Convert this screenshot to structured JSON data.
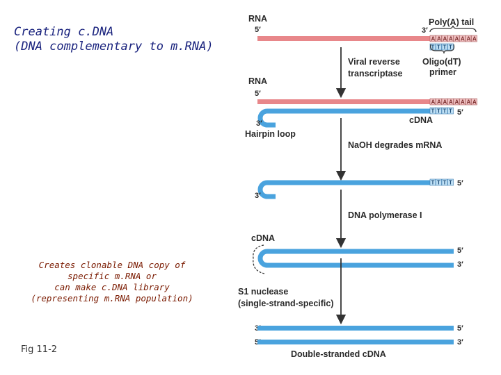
{
  "title": {
    "line1": "Creating c.DNA",
    "line2": "(DNA complementary to m.RNA)"
  },
  "caption": {
    "line1": "Creates clonable DNA copy of",
    "line2": "specific m.RNA or",
    "line3": "can make c.DNA library",
    "line4": "(representing m.RNA population)"
  },
  "figure_ref": "Fig 11-2",
  "colors": {
    "rna": "#e8878a",
    "dna": "#4aa3de",
    "text": "#2a2a2a",
    "title": "#1a237e",
    "caption": "#7a1a00"
  },
  "diagram": {
    "rna_label_1": "RNA",
    "rna_label_2": "RNA",
    "poly_a_tail": "Poly(A) tail",
    "oligo_dt_line1": "Oligo(dT)",
    "oligo_dt_line2": "primer",
    "step1_line1": "Viral reverse",
    "step1_line2": "transcriptase",
    "cdna_label_1": "cDNA",
    "hairpin_loop": "Hairpin loop",
    "step2": "NaOH degrades mRNA",
    "step3": "DNA polymerase I",
    "cdna_label_2": "cDNA",
    "step4_line1": "S1 nuclease",
    "step4_line2": "(single-strand-specific)",
    "final_label": "Double-stranded cDNA",
    "five_prime": "5′",
    "three_prime": "3′",
    "a_box": "A",
    "t_box": "T"
  }
}
